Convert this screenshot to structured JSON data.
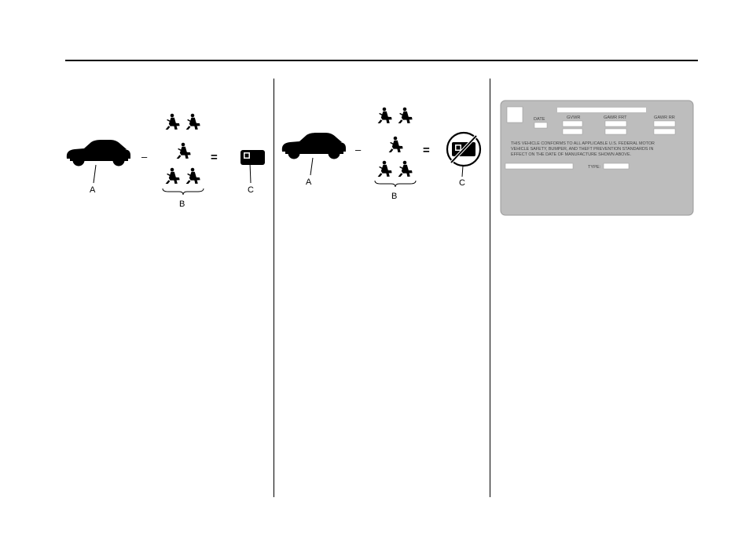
{
  "figure1": {
    "label_a": "A",
    "label_b": "B",
    "label_c": "C",
    "op_minus": "–",
    "op_equals": "="
  },
  "figure2": {
    "label_a": "A",
    "label_b": "B",
    "label_c": "C",
    "op_minus": "–",
    "op_equals": "="
  },
  "certification_label": {
    "field_date": "DATE",
    "field_gvwr": "GVWR",
    "field_gawr_frt": "GAWR FRT",
    "field_gawr_rr": "GAWR RR",
    "statement_line1": "THIS VEHICLE CONFORMS TO ALL APPLICABLE U.S. FEDERAL MOTOR",
    "statement_line2": "VEHICLE SAFETY, BUMPER, AND THEFT PREVENTION STANDARDS IN",
    "statement_line3": "EFFECT ON THE DATE OF MANUFACTURE SHOWN ABOVE.",
    "field_type": "TYPE:"
  },
  "colors": {
    "ink": "#000000",
    "label_gray": "#bdbdbd"
  }
}
